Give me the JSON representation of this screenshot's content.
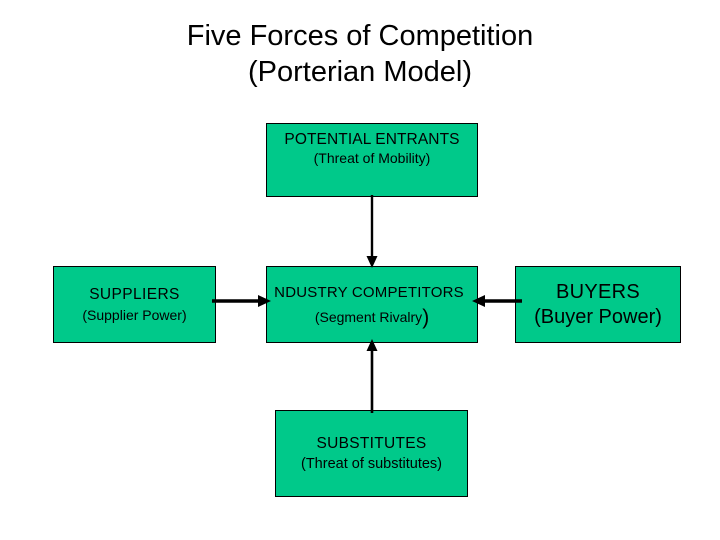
{
  "title": {
    "line1": "Five Forces of Competition",
    "line2": "(Porterian Model)"
  },
  "colors": {
    "box_fill": "#00C98A",
    "box_border": "#000000",
    "text": "#000000",
    "background": "#FFFFFF"
  },
  "diagram": {
    "boxes": [
      {
        "id": "potential-entrants",
        "heading": "POTENTIAL ENTRANTS",
        "subtitle": "(Threat of Mobility)",
        "position": "top"
      },
      {
        "id": "suppliers",
        "heading": "SUPPLIERS",
        "subtitle": "(Supplier Power)",
        "position": "left"
      },
      {
        "id": "industry-competitors",
        "heading": "NDUSTRY COMPETITORS",
        "subtitle": "(Segment Rivalry",
        "subtitle_tail": ")",
        "position": "center"
      },
      {
        "id": "buyers",
        "heading": "BUYERS",
        "subtitle": "(Buyer Power)",
        "position": "right"
      },
      {
        "id": "substitutes",
        "heading": "SUBSTITUTES",
        "subtitle": "(Threat of substitutes)",
        "position": "bottom"
      }
    ],
    "arrows": [
      {
        "id": "entrants-to-competitors",
        "from": "potential-entrants",
        "to": "industry-competitors",
        "direction": "down"
      },
      {
        "id": "suppliers-to-competitors",
        "from": "suppliers",
        "to": "industry-competitors",
        "direction": "right"
      },
      {
        "id": "buyers-to-competitors",
        "from": "buyers",
        "to": "industry-competitors",
        "direction": "left"
      },
      {
        "id": "substitutes-to-competitors",
        "from": "substitutes",
        "to": "industry-competitors",
        "direction": "up"
      }
    ]
  }
}
